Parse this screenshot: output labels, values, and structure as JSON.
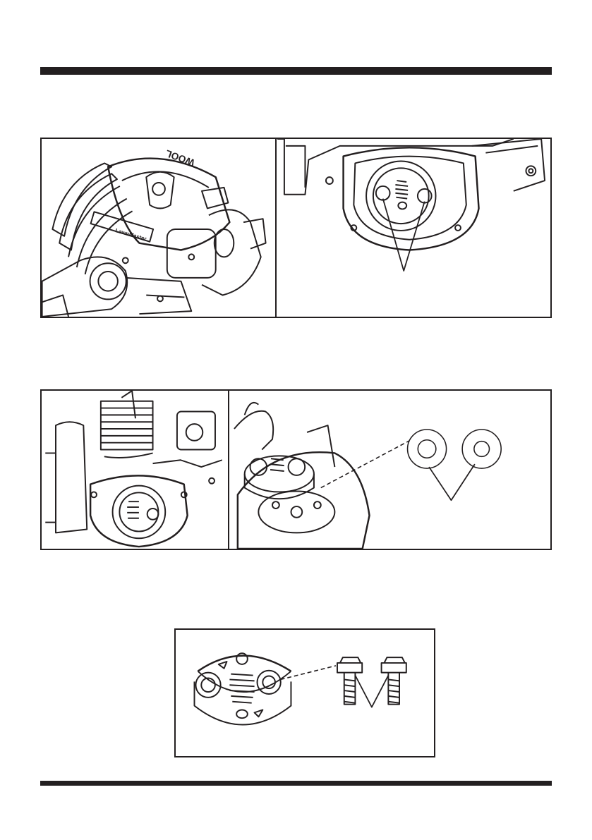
{
  "document": {
    "header_rule": "top",
    "footer_rule": "bottom",
    "figures": [
      {
        "id": "fig1a",
        "subject": "engine-housing-exterior",
        "logo_text": "LawnMaster",
        "label_text": "WOOL"
      },
      {
        "id": "fig1b",
        "subject": "clutch-with-two-bolts-callout"
      },
      {
        "id": "fig2a",
        "subject": "engine-with-cover-removed"
      },
      {
        "id": "fig2b",
        "subject": "clutch-removal-with-washers-callout"
      },
      {
        "id": "fig3",
        "subject": "clutch-assembly-with-bolts-callout"
      }
    ]
  },
  "colors": {
    "ink": "#231f20",
    "paper": "#ffffff"
  }
}
